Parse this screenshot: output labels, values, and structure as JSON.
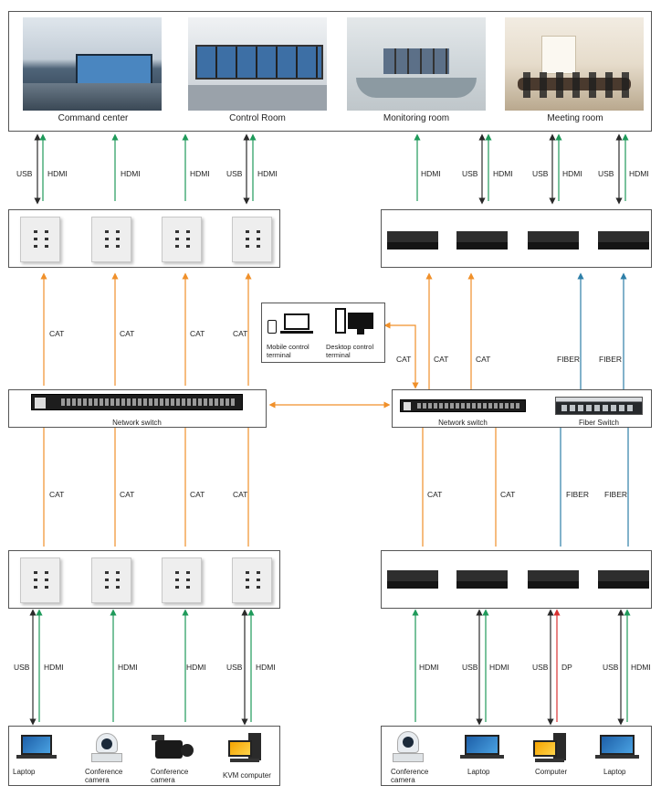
{
  "rooms": [
    {
      "label": "Command center",
      "icon": "command-center-photo"
    },
    {
      "label": "Control Room",
      "icon": "control-room-photo"
    },
    {
      "label": "Monitoring room",
      "icon": "monitoring-room-photo"
    },
    {
      "label": "Meeting room",
      "icon": "meeting-room-photo"
    }
  ],
  "labels": {
    "usb": "USB",
    "hdmi": "HDMI",
    "cat": "CAT",
    "fiber": "FIBER",
    "dp": "DP"
  },
  "terminals": {
    "mobile": "Mobile control terminal",
    "desktop": "Desktop control terminal"
  },
  "switches": {
    "left": "Network switch",
    "right_network": "Network switch",
    "fiber": "Fiber Switch"
  },
  "sources_left": [
    {
      "label": "Laptop",
      "icon": "laptop-icon"
    },
    {
      "label": "Conference camera",
      "icon": "conference-camera-icon"
    },
    {
      "label": "Conference camera",
      "icon": "camcorder-icon"
    },
    {
      "label": "KVM computer",
      "icon": "kvm-computer-icon"
    }
  ],
  "sources_right": [
    {
      "label": "Conference camera",
      "icon": "conference-camera-icon"
    },
    {
      "label": "Laptop",
      "icon": "laptop-icon"
    },
    {
      "label": "Computer",
      "icon": "computer-icon"
    },
    {
      "label": "Laptop",
      "icon": "laptop-icon"
    }
  ],
  "colors": {
    "usb": "#2a2a2a",
    "hdmi": "#1f9a5a",
    "cat": "#f0902a",
    "fiber": "#2e7fa8",
    "dp": "#d83030"
  }
}
